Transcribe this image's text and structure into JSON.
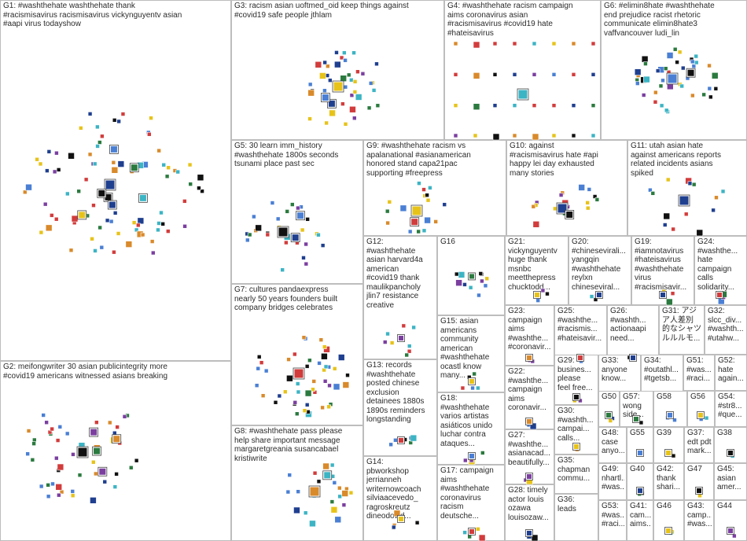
{
  "graph": {
    "groups": [
      {
        "id": "G1",
        "caption": "G1: #washthehate washthehate thank\n#racismisavirus racismisavirus vickynguyentv asian\n#aapi virus todayshow"
      },
      {
        "id": "G2",
        "caption": "G2: meifongwriter 30 asian publicintegrity more\n#covid19 americans witnessed asians breaking"
      },
      {
        "id": "G3",
        "caption": "G3: racism asian uoftmed_oid keep things against\n#covid19 safe people jthlam"
      },
      {
        "id": "G4",
        "caption": "G4: #washthehate racism campaign\naims coronavirus asian\n#racismisavirus #covid19 hate\n#hateisavirus"
      },
      {
        "id": "G5",
        "caption": "G5: 30 learn imm_history\n#washthehate 1800s seconds\ntsunami place past sec"
      },
      {
        "id": "G6",
        "caption": "G6: #elimin8hate #washthehate\nend prejudice racist rhetoric\ncommunicate elimin8hate3\nvaffvancouver ludi_lin"
      },
      {
        "id": "G7",
        "caption": "G7: cultures pandaexpress\nnearly 50 years founders built\ncompany bridges celebrates"
      },
      {
        "id": "G8",
        "caption": "G8: #washthehate pass please\nhelp share important message\nmargaretgreania susancabael\nkristiwrite"
      },
      {
        "id": "G9",
        "caption": "G9: #washthehate racism vs\napalanational #asianamerican\nhonored stand capa21pac\nsupporting #freepress"
      },
      {
        "id": "G10",
        "caption": "G10: against\n#racismisavirus hate #api\nhappy lei day exhausted\nmany stories"
      },
      {
        "id": "G11",
        "caption": "G11: utah asian hate\nagainst americans reports\nrelated incidents asians\nspiked"
      },
      {
        "id": "G12",
        "caption": "G12:\n#washthehate\nasian harvard4a\namerican\n#covid19 thank\nmaulikpancholy\njlin7 resistance\ncreative"
      },
      {
        "id": "G13",
        "caption": "G13: records\n#washthehate\nposted chinese\nexclusion\ndetainees 1880s\n1890s reminders\nlongstanding"
      },
      {
        "id": "G14",
        "caption": "G14:\npbworkshop\njerrianneh\nwriternowcoach\nsilviaacevedo_\nragroskreutz\ndineodowd..."
      },
      {
        "id": "G15",
        "caption": "G15: asian\namericans\ncommunity\namerican\n#washthehate\nocastl know\nmany..."
      },
      {
        "id": "G16",
        "caption": "G16"
      },
      {
        "id": "G17",
        "caption": "G17: campaign\naims\n#washthehate\ncoronavirus\nracism\ndeutsche..."
      },
      {
        "id": "G18",
        "caption": "G18:\n#washthehate\nvarios artistas\nasiáticos unido\nluchar contra\nataques..."
      },
      {
        "id": "G19",
        "caption": "G19:\n#iamnotavirus\n#hateisavirus\n#washthehate\nvirus\n#racismisavir..."
      },
      {
        "id": "G20",
        "caption": "G20:\n#chineseviralі...\nyangqin\n#washthehate\nreylxn\nchineseviral..."
      },
      {
        "id": "G21",
        "caption": "G21:\nvickynguyentv\nhuge thank\nmsnbc\nmeetthepress\nchucktodd..."
      },
      {
        "id": "G22",
        "caption": "G22:\n#washthe...\ncampaign\naims\ncoronavir..."
      },
      {
        "id": "G23",
        "caption": "G23:\ncampaign\naims\n#washthe...\n#coronavir..."
      },
      {
        "id": "G24",
        "caption": "G24:\n#washthe...\nhate\ncampaign\ncalls\nsolidarity..."
      },
      {
        "id": "G25",
        "caption": "G25:\n#washthe...\n#racismis...\n#hateisavir..."
      },
      {
        "id": "G26",
        "caption": "G26:\n#washth...\nactionaapi\nneed..."
      },
      {
        "id": "G27",
        "caption": "G27:\n#washthe...\nasianacad...\nbeautifully..."
      },
      {
        "id": "G28",
        "caption": "G28: timely\nactor louis\nozawa\nlouisozaw..."
      },
      {
        "id": "G29",
        "caption": "G29:\nbusines...\nplease\nfeel free..."
      },
      {
        "id": "G30",
        "caption": "G30:\n#washth...\ncampai...\ncalls..."
      },
      {
        "id": "G31",
        "caption": "G31: アジ\nア人差別\n的なシャツ\nルルルモ..."
      },
      {
        "id": "G32",
        "caption": "G32:\nslcc_div...\n#washth...\n#utahw..."
      },
      {
        "id": "G33",
        "caption": "G33:\nanyone\nknow..."
      },
      {
        "id": "G34",
        "caption": "G34:\n#outathl...\n#tgetsb..."
      },
      {
        "id": "G35",
        "caption": "G35:\nchapman\ncommu..."
      },
      {
        "id": "G36",
        "caption": "G36:\nleads"
      },
      {
        "id": "G37",
        "caption": "G37:\nedt pdt\nmark..."
      },
      {
        "id": "G38",
        "caption": "G38"
      },
      {
        "id": "G39",
        "caption": "G39"
      },
      {
        "id": "G40",
        "caption": "G40"
      },
      {
        "id": "G41",
        "caption": "G41:\ncam...\naims..."
      },
      {
        "id": "G42",
        "caption": "G42:\nthank\nshari..."
      },
      {
        "id": "G43",
        "caption": "G43:\ncamp...\n#was..."
      },
      {
        "id": "G44",
        "caption": "G44"
      },
      {
        "id": "G45",
        "caption": "G45:\nasian\namer..."
      },
      {
        "id": "G46",
        "caption": "G46"
      },
      {
        "id": "G47",
        "caption": "G47"
      },
      {
        "id": "G48",
        "caption": "G48:\ncase\nanyo..."
      },
      {
        "id": "G49",
        "caption": "G49:\nnhartl...\n#was..."
      },
      {
        "id": "G50",
        "caption": "G50"
      },
      {
        "id": "G51",
        "caption": "G51:\n#was...\n#raci..."
      },
      {
        "id": "G52",
        "caption": "G52:\nhate\nagain..."
      },
      {
        "id": "G53",
        "caption": "G53:\n#was...\n#raci..."
      },
      {
        "id": "G54",
        "caption": "G54:\n#str8...\n#que..."
      },
      {
        "id": "G55",
        "caption": "G55"
      },
      {
        "id": "G56",
        "caption": "G56"
      },
      {
        "id": "G57",
        "caption": "G57:\nwong\nside..."
      },
      {
        "id": "G58",
        "caption": "G58"
      }
    ],
    "colors": {
      "intergroup_edge": "#e8474c",
      "intragroup_edge": "#9a9a9a",
      "panel_border": "#bdbdbd",
      "caption_text": "#2b2b2b",
      "node_palette": [
        "#1f3f8f",
        "#2b7a3f",
        "#d23c3c",
        "#e7c31a",
        "#111111",
        "#4a7fd4",
        "#7b3fa0",
        "#d98a2b",
        "#3cb4c4"
      ]
    },
    "icons": [
      "profile-avatar-icon",
      "self-loop-icon"
    ]
  }
}
